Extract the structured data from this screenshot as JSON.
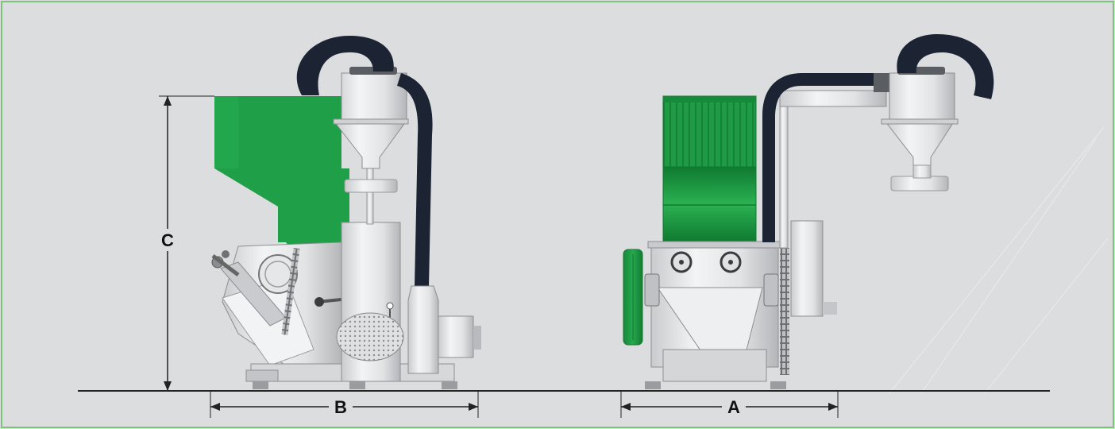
{
  "dimensions": {
    "a_label": "A",
    "b_label": "B",
    "c_label": "C"
  },
  "colors": {
    "background": "#dcdddf",
    "frame": "#7cc47a",
    "hopper_green": "#1e9a44",
    "hopper_green_dark": "#137a33",
    "machine_body": "#e6e7e9",
    "machine_shadow": "#b7b9bc",
    "hose": "#1c2433",
    "floor": "#222222"
  },
  "views": [
    {
      "name": "side-view"
    },
    {
      "name": "front-view"
    }
  ]
}
